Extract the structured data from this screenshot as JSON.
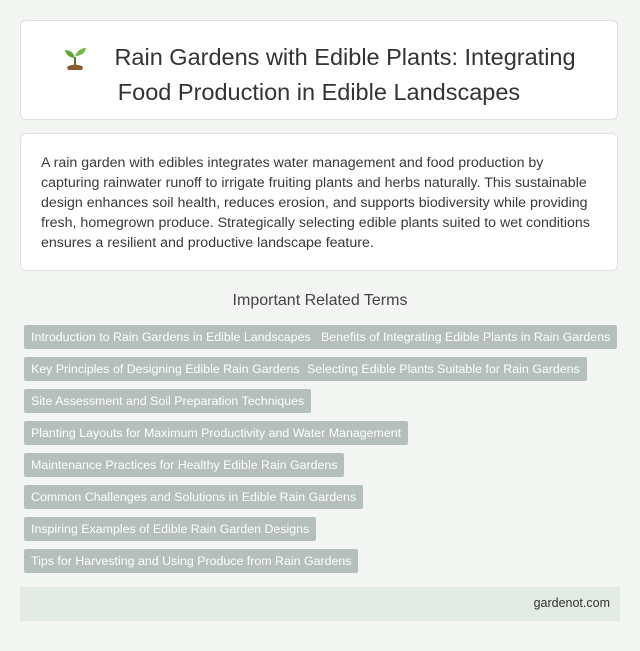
{
  "header": {
    "title_line1": "Rain Gardens with Edible Plants: Integrating",
    "title_line2": "Food Production in Edible Landscapes",
    "icon": "sprout-icon"
  },
  "description": "A rain garden with edibles integrates water management and food production by capturing rainwater runoff to irrigate fruiting plants and herbs naturally. This sustainable design enhances soil health, reduces erosion, and supports biodiversity while providing fresh, homegrown produce. Strategically selecting edible plants suited to wet conditions ensures a resilient and productive landscape feature.",
  "related": {
    "heading": "Important Related Terms",
    "terms": [
      "Introduction to Rain Gardens in Edible Landscapes",
      "Benefits of Integrating Edible Plants in Rain Gardens",
      "Key Principles of Designing Edible Rain Gardens",
      "Selecting Edible Plants Suitable for Rain Gardens",
      "Site Assessment and Soil Preparation Techniques",
      "Planting Layouts for Maximum Productivity and Water Management",
      "Maintenance Practices for Healthy Edible Rain Gardens",
      "Common Challenges and Solutions in Edible Rain Gardens",
      "Inspiring Examples of Edible Rain Garden Designs",
      "Tips for Harvesting and Using Produce from Rain Gardens"
    ]
  },
  "footer": {
    "site": "gardenot.com"
  },
  "colors": {
    "tag_bg": "#b5c0bd",
    "footer_bg": "#e3ebe5",
    "page_bg": "#f3f5f3"
  }
}
